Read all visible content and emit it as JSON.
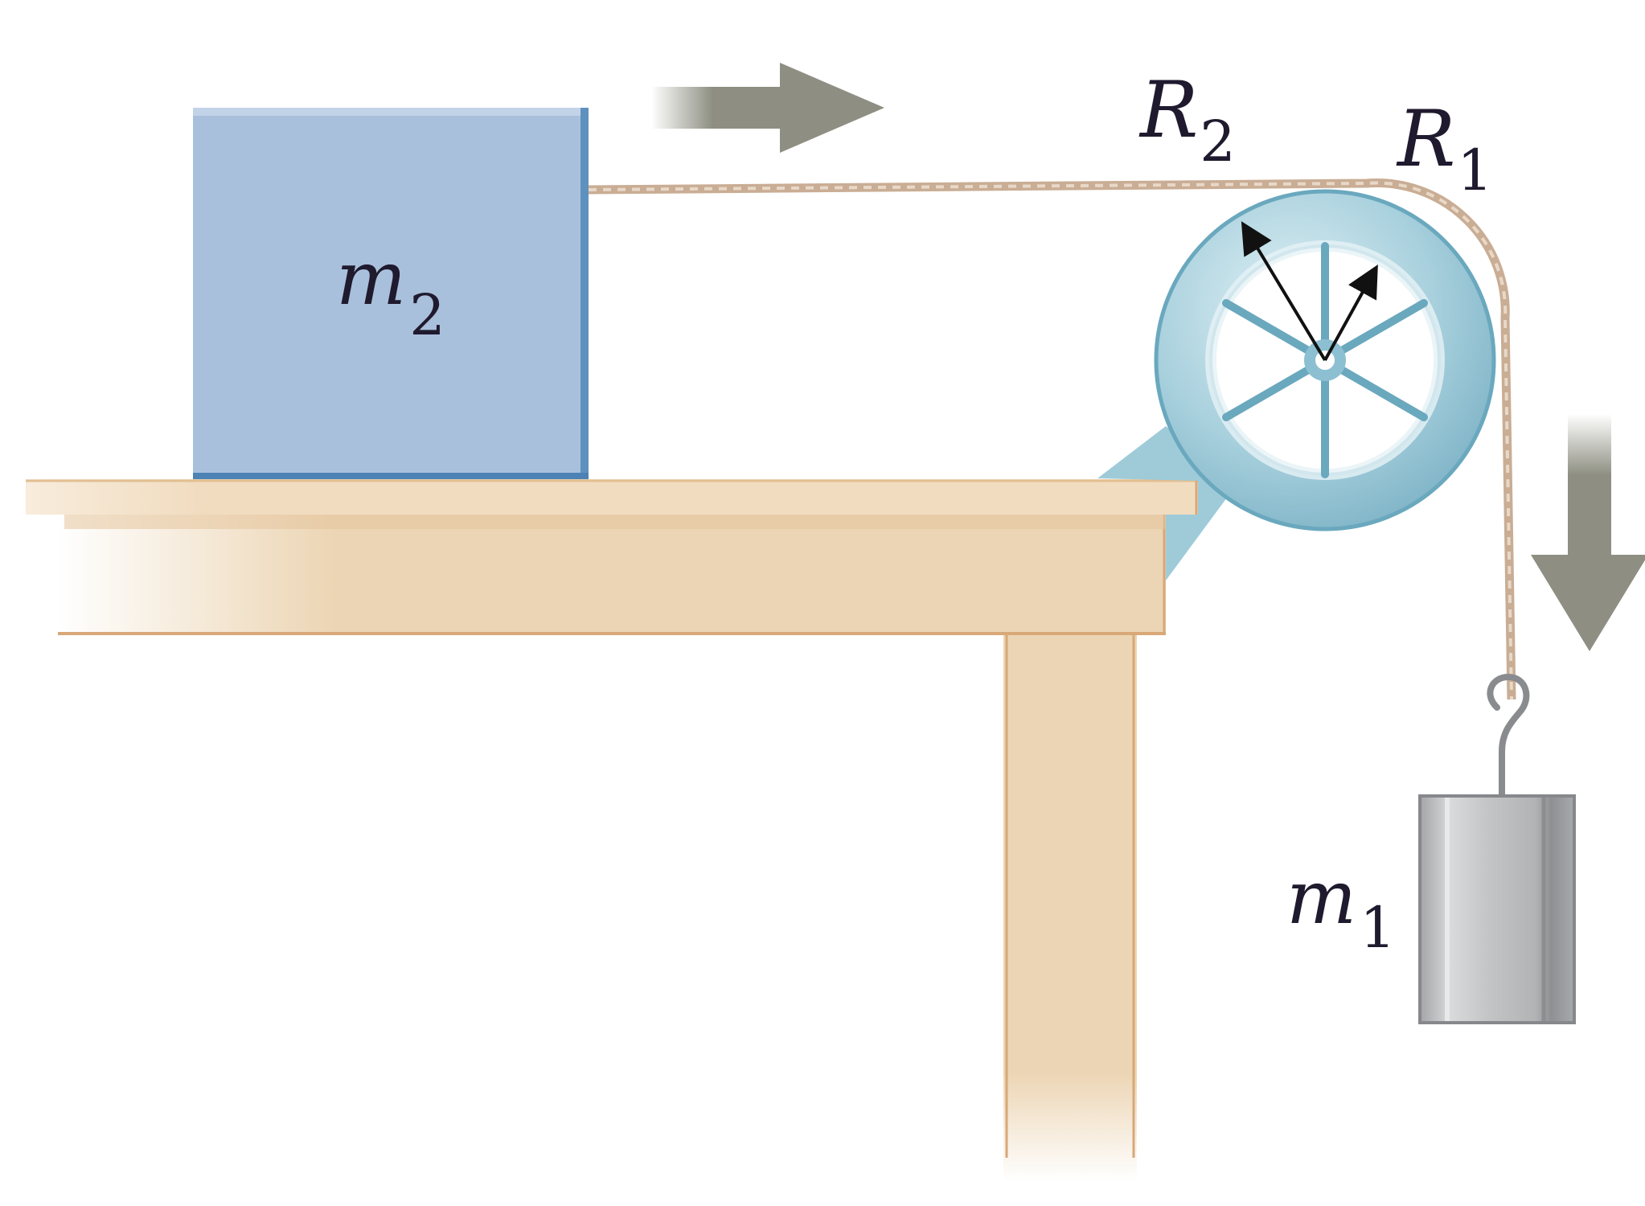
{
  "labels": {
    "block_mass": {
      "symbol": "m",
      "subscript": "2"
    },
    "hanging_mass": {
      "symbol": "m",
      "subscript": "1"
    },
    "outer_radius": {
      "symbol": "R",
      "subscript": "1"
    },
    "inner_radius": {
      "symbol": "R",
      "subscript": "2"
    }
  },
  "colors": {
    "block_fill": "#a9c0dc",
    "block_edge": "#4d82b4",
    "table_top": "#ecd5b4",
    "table_edge": "#d8a878",
    "pulley": "#9fcbd9",
    "pulley_dark": "#5a9cb5",
    "arrow": "#8e8f82",
    "rope": "#c9ad94",
    "weight": "#b9babc"
  },
  "icons": {
    "horizontal_motion": "arrow-right-icon",
    "vertical_motion": "arrow-down-icon"
  }
}
